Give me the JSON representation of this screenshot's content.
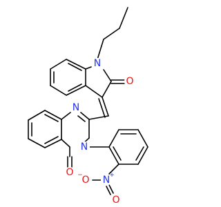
{
  "colors": {
    "bond": "#000000",
    "carbon": "#000000",
    "nitrogen": "#2233ee",
    "oxygen": "#ee1111"
  },
  "atoms": {
    "n_indole": "N",
    "o_indole": "O",
    "n_quin_top": "N",
    "n_quin_bottom": "N",
    "o_quin": "O",
    "n_nitro": "N",
    "n_nitro_charge": "+",
    "o_nitro_minus": "O",
    "o_nitro_minus_charge": "−",
    "o_nitro_double": "O"
  }
}
